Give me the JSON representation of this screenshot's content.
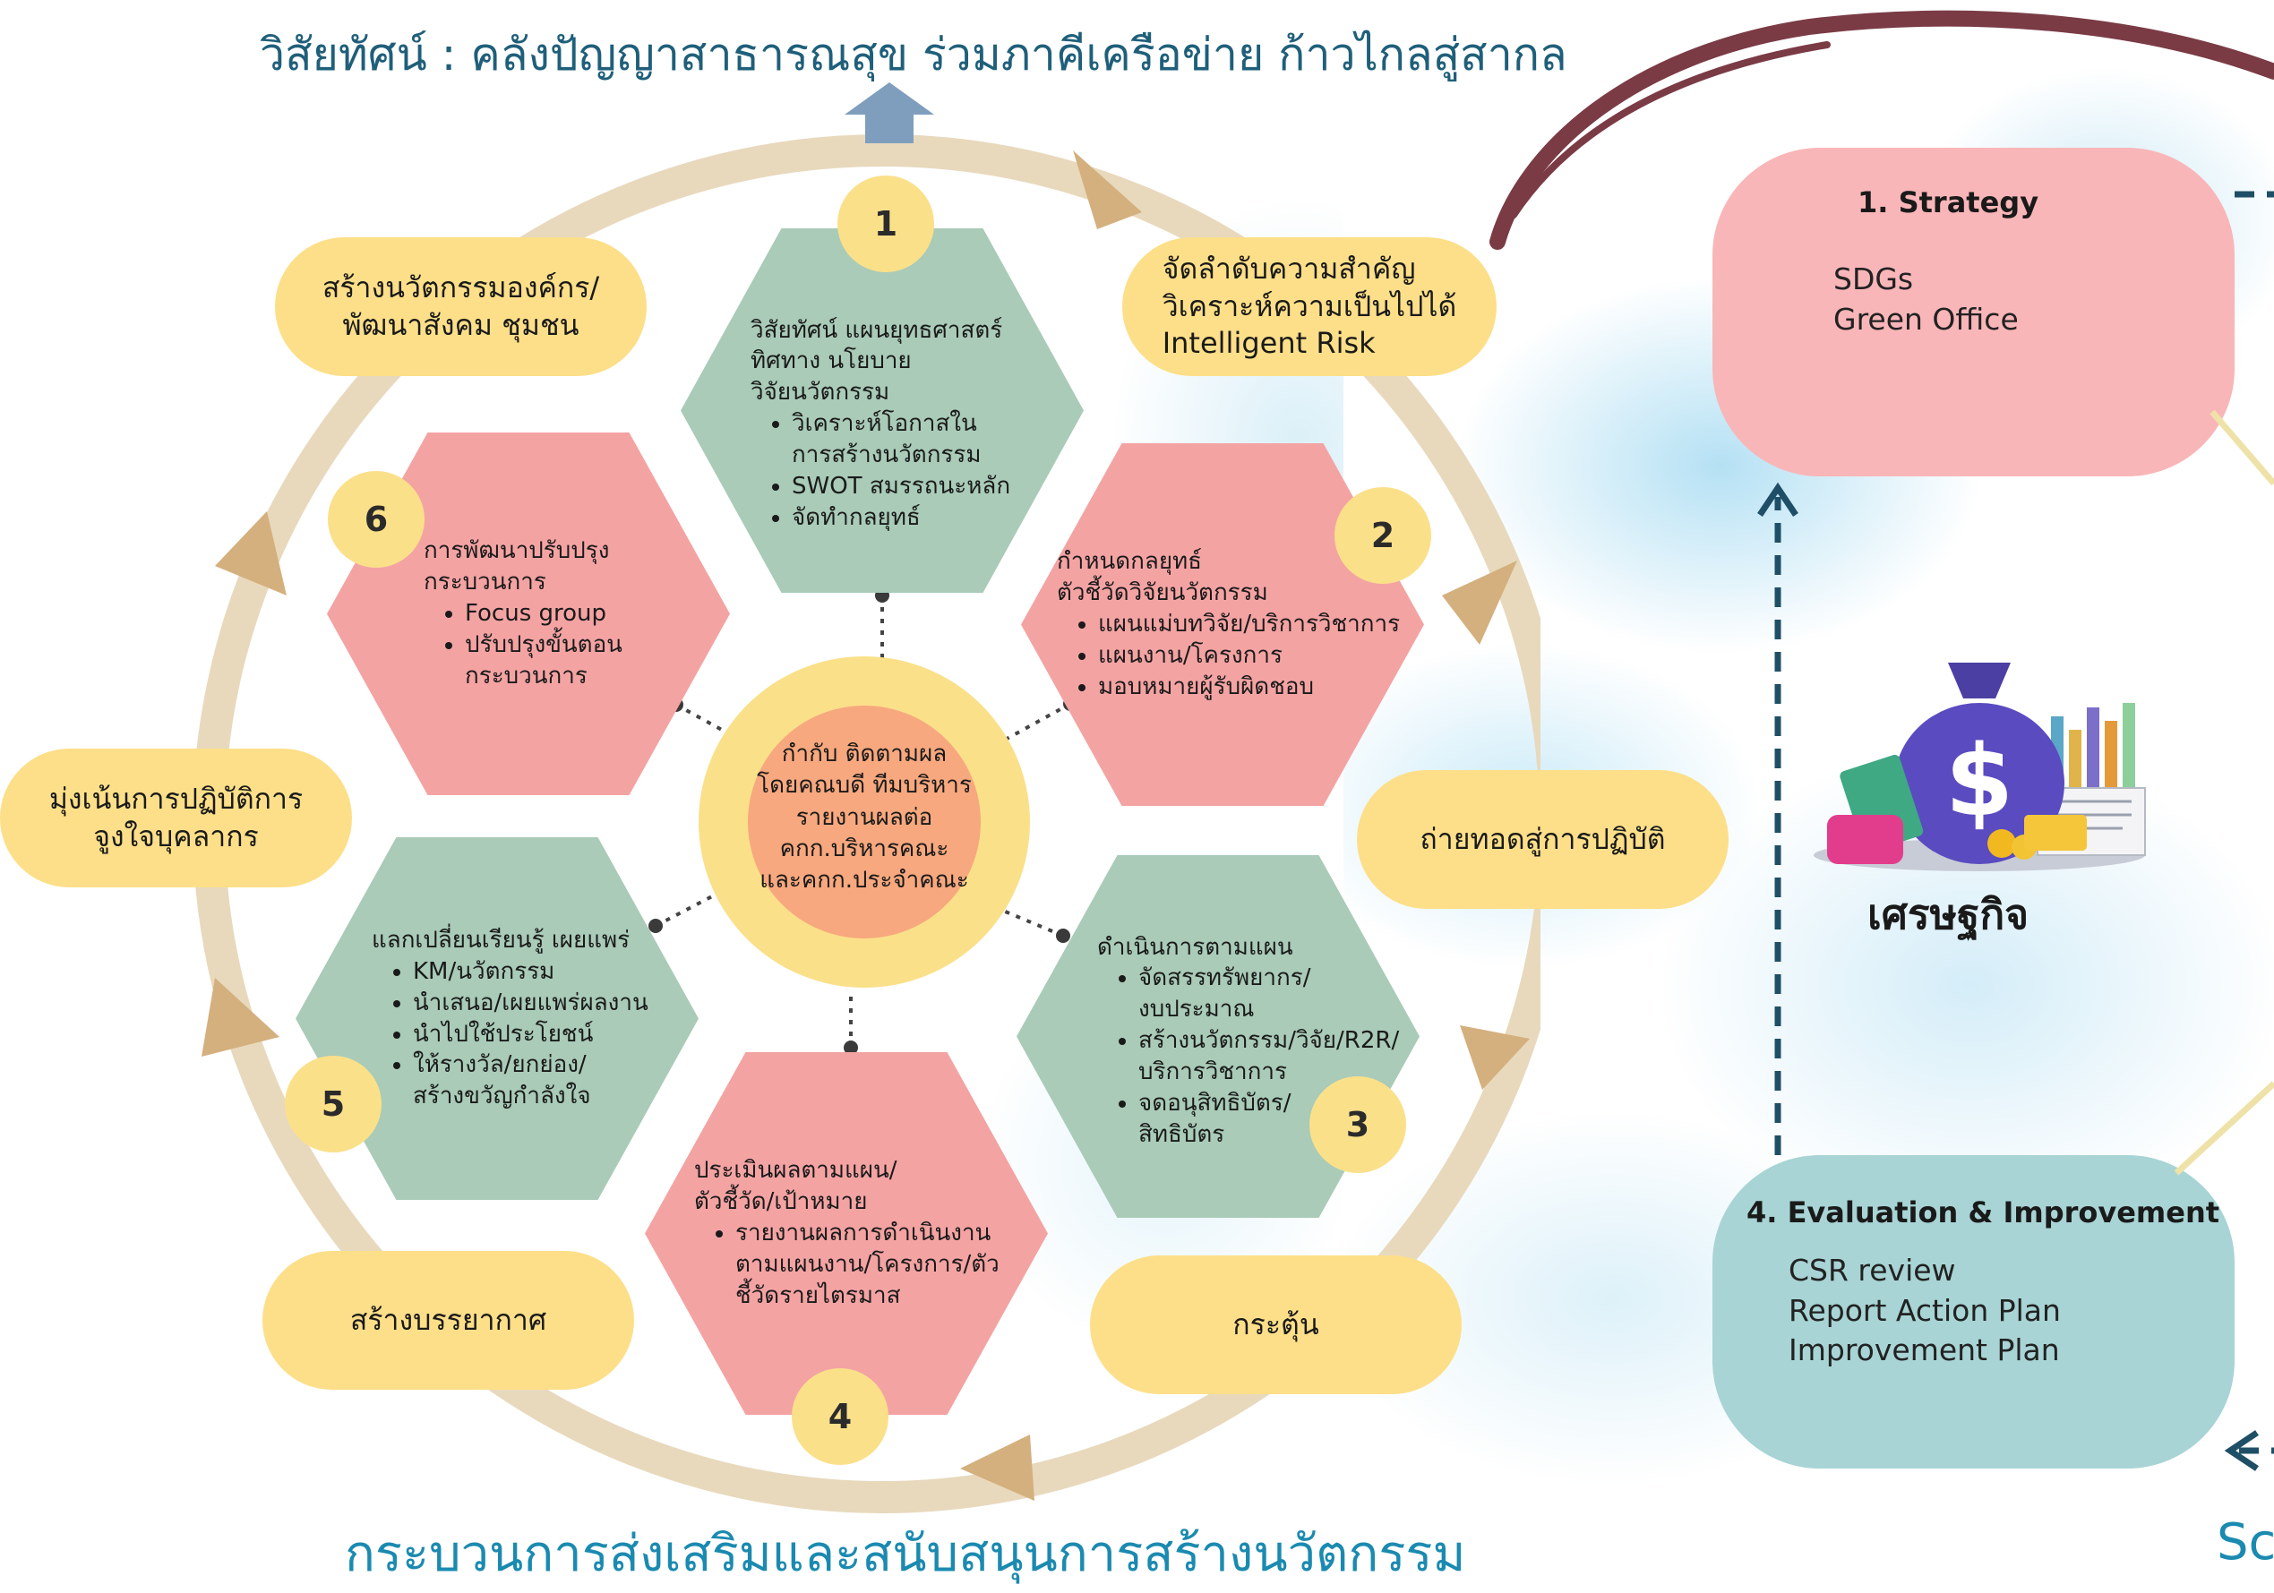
{
  "vision": "วิสัยทัศน์ : คลังปัญญาสาธารณสุข ร่วมภาคีเครือข่าย ก้าวไกลสู่สากล",
  "bottom_title": "กระบวนการส่งเสริมและสนับสนุนการสร้างนวัตกรรม",
  "bottom_right_fragment": "Sc",
  "center": {
    "lines": [
      "กำกับ ติดตามผล",
      "โดยคณบดี ทีมบริหาร",
      "รายงานผลต่อ",
      "คกก.บริหารคณะ",
      "และคกก.ประจำคณะ"
    ]
  },
  "steps": [
    {
      "number": "1",
      "intro": [
        "วิสัยทัศน์ แผนยุทธศาสตร์",
        "ทิศทาง นโยบาย",
        "วิจัยนวัตกรรม"
      ],
      "bullets": [
        "วิเคราะห์โอกาสในการสร้างนวัตกรรม",
        "SWOT สมรรถนะหลัก",
        "จัดทำกลยุทธ์"
      ]
    },
    {
      "number": "2",
      "intro": [
        "กำหนดกลยุทธ์",
        "ตัวชี้วัดวิจัยนวัตกรรม"
      ],
      "bullets": [
        "แผนแม่บทวิจัย/บริการวิชาการ",
        "แผนงาน/โครงการ",
        "มอบหมายผู้รับผิดชอบ"
      ]
    },
    {
      "number": "3",
      "intro": [
        "ดำเนินการตามแผน"
      ],
      "bullets": [
        "จัดสรรทรัพยากร/งบประมาณ",
        "สร้างนวัตกรรม/วิจัย/R2R/บริการวิชาการ",
        "จดอนุสิทธิบัตร/สิทธิบัตร"
      ]
    },
    {
      "number": "4",
      "intro": [
        "ประเมินผลตามแผน/",
        "ตัวชี้วัด/เป้าหมาย"
      ],
      "bullets": [
        "รายงานผลการดำเนินงานตามแผนงาน/โครงการ/ตัวชี้วัดรายไตรมาส"
      ]
    },
    {
      "number": "5",
      "intro": [
        "แลกเปลี่ยนเรียนรู้ เผยแพร่"
      ],
      "bullets": [
        "KM/นวัตกรรม",
        "นำเสนอ/เผยแพร่ผลงาน",
        "นำไปใช้ประโยชน์",
        "ให้รางวัล/ยกย่อง/สร้างขวัญกำลังใจ"
      ]
    },
    {
      "number": "6",
      "intro": [
        "การพัฒนาปรับปรุง",
        "กระบวนการ"
      ],
      "bullets": [
        "Focus group",
        "ปรับปรุงขั้นตอนกระบวนการ"
      ]
    }
  ],
  "outer_labels": {
    "top_left": [
      "สร้างนวัตกรรมองค์กร/",
      "พัฒนาสังคม ชุมชน"
    ],
    "top_right": [
      "จัดลำดับความสำคัญ",
      "วิเคราะห์ความเป็นไปได้",
      "Intelligent Risk"
    ],
    "right": [
      "ถ่ายทอดสู่การปฏิบัติ"
    ],
    "bottom_right": [
      "กระตุ้น"
    ],
    "bottom_left": [
      "สร้างบรรยากาศ"
    ],
    "left": [
      "มุ่งเน้นการปฏิบัติการ",
      "จูงใจบุคลากร"
    ]
  },
  "cards": {
    "strategy": {
      "title": "1. Strategy",
      "items": [
        "SDGs",
        "Green Office"
      ],
      "color": "#f9b6b8"
    },
    "evaluation": {
      "title": "4. Evaluation & Improvement",
      "items": [
        "CSR review",
        "Report Action Plan",
        "Improvement Plan"
      ],
      "color": "#a8d4d5"
    }
  },
  "economy_label": "เศรษฐกิจ",
  "icons": [
    "money-bag-icon",
    "wallet-icon",
    "banknotes-icon",
    "coins-icon",
    "bar-chart-icon",
    "credit-card-icon"
  ],
  "colors": {
    "ring": "#e8d9bd",
    "arrow": "#d4b07e",
    "pill": "#fddf89",
    "hex_green": "#a9cbb8",
    "hex_pink": "#f4a3a3",
    "vision_text": "#1f5f7a",
    "title_text": "#1b8ab0",
    "up_arrow": "#7f9ebd",
    "brush": "#7a3b45"
  }
}
